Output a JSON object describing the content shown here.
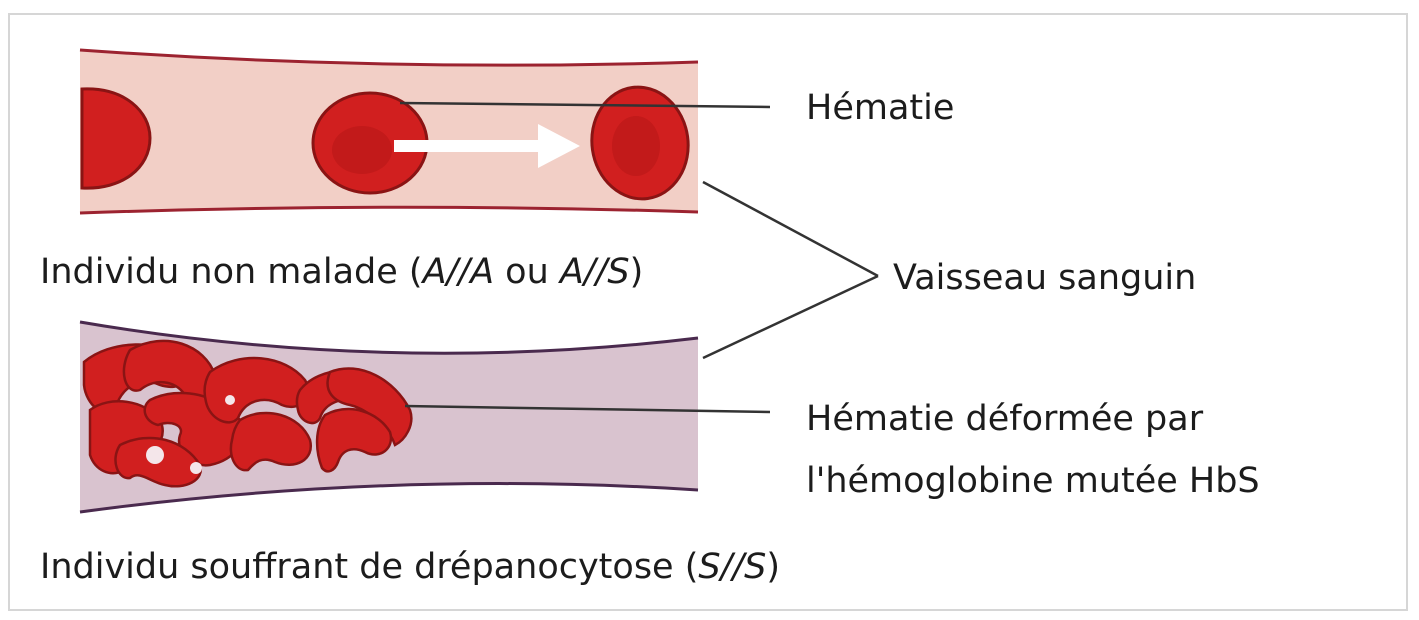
{
  "labels": {
    "hematie": "Hématie",
    "vaisseau": "Vaisseau sanguin",
    "deformee_line1": "Hématie déformée par",
    "deformee_line2": "l'hémoglobine mutée HbS"
  },
  "captions": {
    "top": {
      "before": "Individu non malade (",
      "g1": "A//A",
      "mid": " ou ",
      "g2": "A//S",
      "after": ")"
    },
    "bottom": {
      "before": "Individu souffrant de drépanocytose (",
      "g1": "S//S",
      "after": ")"
    }
  },
  "colors": {
    "vessel_fill_top": "#f2cfc6",
    "vessel_wall_top": "#9c2330",
    "vessel_fill_bottom": "#d9c3cf",
    "vessel_wall_bottom": "#4a2a4e",
    "red_cell": "#d11f1f",
    "red_cell_edge": "#8a1414",
    "arrow": "#ffffff",
    "leader_line": "#333333"
  }
}
